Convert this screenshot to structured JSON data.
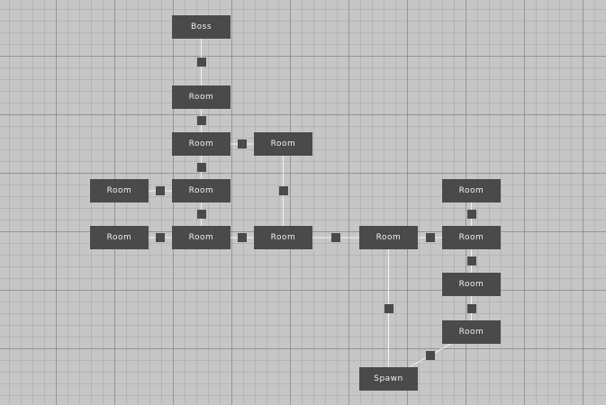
{
  "colors": {
    "canvas_background": "#c6c6c6",
    "node_fill": "#4a4a4a",
    "node_text": "#f0f0f0",
    "edge_line": "#f2f2f2",
    "connector_fill": "#4a4a4a"
  },
  "nodes": [
    {
      "id": "boss",
      "label": "Boss"
    },
    {
      "id": "r1",
      "label": "Room"
    },
    {
      "id": "r2",
      "label": "Room"
    },
    {
      "id": "r3",
      "label": "Room"
    },
    {
      "id": "r4",
      "label": "Room"
    },
    {
      "id": "r5",
      "label": "Room"
    },
    {
      "id": "r6",
      "label": "Room"
    },
    {
      "id": "r7",
      "label": "Room"
    },
    {
      "id": "r8",
      "label": "Room"
    },
    {
      "id": "r9",
      "label": "Room"
    },
    {
      "id": "r10",
      "label": "Room"
    },
    {
      "id": "r11",
      "label": "Room"
    },
    {
      "id": "r12",
      "label": "Room"
    },
    {
      "id": "r13",
      "label": "Room"
    },
    {
      "id": "spawn",
      "label": "Spawn"
    }
  ],
  "edges": [
    {
      "from": "boss",
      "to": "r1"
    },
    {
      "from": "r1",
      "to": "r2"
    },
    {
      "from": "r2",
      "to": "r3"
    },
    {
      "from": "r2",
      "to": "r5"
    },
    {
      "from": "r4",
      "to": "r5"
    },
    {
      "from": "r5",
      "to": "r7"
    },
    {
      "from": "r6",
      "to": "r7"
    },
    {
      "from": "r7",
      "to": "r8"
    },
    {
      "from": "r3",
      "to": "r8"
    },
    {
      "from": "r8",
      "to": "r9"
    },
    {
      "from": "r9",
      "to": "r10"
    },
    {
      "from": "r11",
      "to": "r10"
    },
    {
      "from": "r10",
      "to": "r12"
    },
    {
      "from": "r12",
      "to": "r13"
    },
    {
      "from": "r13",
      "to": "spawn"
    },
    {
      "from": "r9",
      "to": "spawn"
    }
  ]
}
